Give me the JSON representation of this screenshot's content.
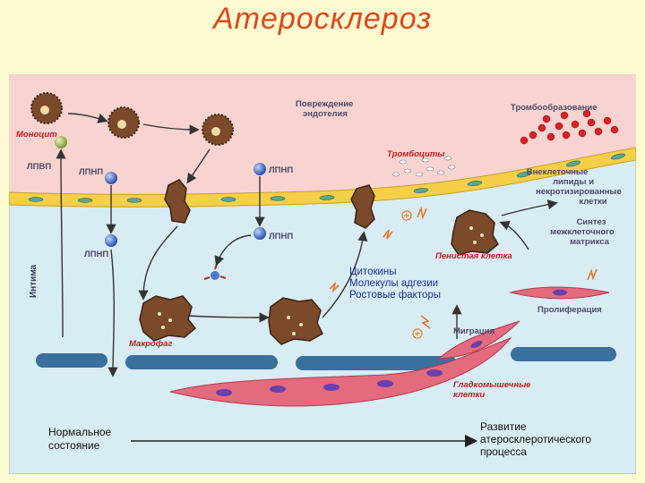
{
  "title": "Атеросклероз",
  "labels": {
    "monocyte": "Моноцит",
    "hdl": "ЛПВП",
    "ldl1": "ЛПНП",
    "ldl2": "ЛПНП",
    "ldl3": "ЛПНП",
    "ldl4": "ЛПНП",
    "damage_line1": "Повреждение",
    "damage_line2": "эндотелия",
    "thrombus": "Тромбообразование",
    "platelets": "Тромбоциты",
    "extracellular_line1": "Внеклеточные",
    "extracellular_line2": "липиды и",
    "extracellular_line3": "некротизированные",
    "extracellular_line4": "клетки",
    "synthesis_line1": "Синтез",
    "synthesis_line2": "межклеточного",
    "synthesis_line3": "матрикса",
    "foam_cell": "Пенистая клетка",
    "cytokines": "Цитокины",
    "adhesion": "Молекулы адгезии",
    "growth": "Ростовые факторы",
    "intima": "Интима",
    "macrophage": "Макрофаг",
    "proliferation": "Пролиферация",
    "migration": "Миграция",
    "smc_line1": "Гладкомышечные",
    "smc_line2": "клетки",
    "normal_line1": "Нормальное",
    "normal_line2": "состояние",
    "dev_line1": "Развитие",
    "dev_line2": "атеросклеротического",
    "dev_line3": "процесса"
  },
  "colors": {
    "title": "#e0461d",
    "lumen": "#f9d2cf",
    "intima": "#d7ebf3",
    "endothelium": "#f7d24a",
    "cell": "#7b4a2a",
    "smc": "#e46a7d",
    "membrane": "#3b6f9c"
  }
}
